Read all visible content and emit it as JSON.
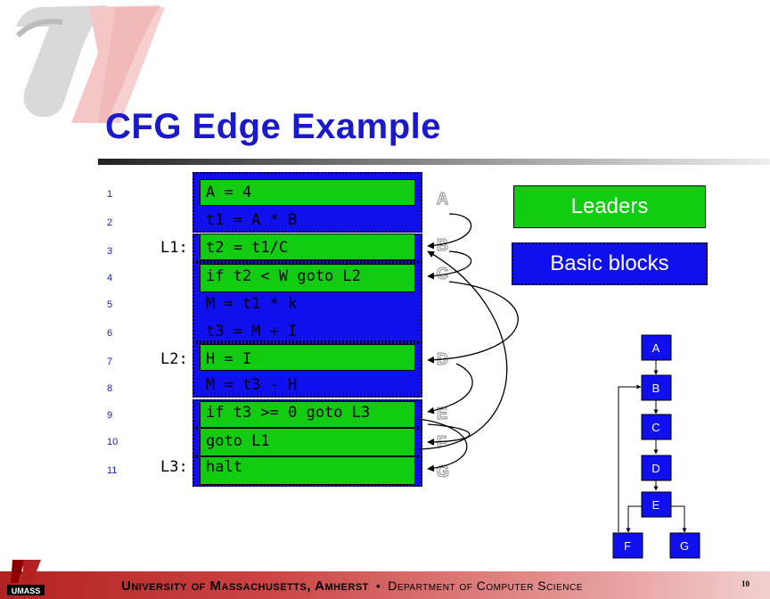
{
  "title": "CFG Edge Example",
  "code_lines": [
    {
      "num": "1",
      "label": "",
      "code": "A = 4"
    },
    {
      "num": "2",
      "label": "",
      "code": "t1 = A * B"
    },
    {
      "num": "3",
      "label": "L1:",
      "code": "t2 = t1/C"
    },
    {
      "num": "4",
      "label": "",
      "code": "if t2 < W goto L2"
    },
    {
      "num": "5",
      "label": "",
      "code": "M = t1 * k"
    },
    {
      "num": "6",
      "label": "",
      "code": "t3 = M + I"
    },
    {
      "num": "7",
      "label": "L2:",
      "code": "H = I"
    },
    {
      "num": "8",
      "label": "",
      "code": "M = t3 - H"
    },
    {
      "num": "9",
      "label": "",
      "code": "if t3 >= 0 goto L3"
    },
    {
      "num": "10",
      "label": "",
      "code": "goto L1"
    },
    {
      "num": "11",
      "label": "L3:",
      "code": "halt"
    }
  ],
  "block_labels": [
    "A",
    "B",
    "C",
    "D",
    "E",
    "F",
    "G"
  ],
  "legend": {
    "leaders": "Leaders",
    "basic_blocks": "Basic blocks"
  },
  "cfg_nodes": [
    "A",
    "B",
    "C",
    "D",
    "E",
    "F",
    "G"
  ],
  "footer": {
    "university": "University of Massachusetts, Amherst",
    "separator": "•",
    "department": "Department of Computer Science",
    "page": "10"
  },
  "colors": {
    "title": "#1a1acc",
    "leader_green": "#11cc11",
    "block_blue": "#1010ee",
    "footer_red": "#b22222"
  }
}
